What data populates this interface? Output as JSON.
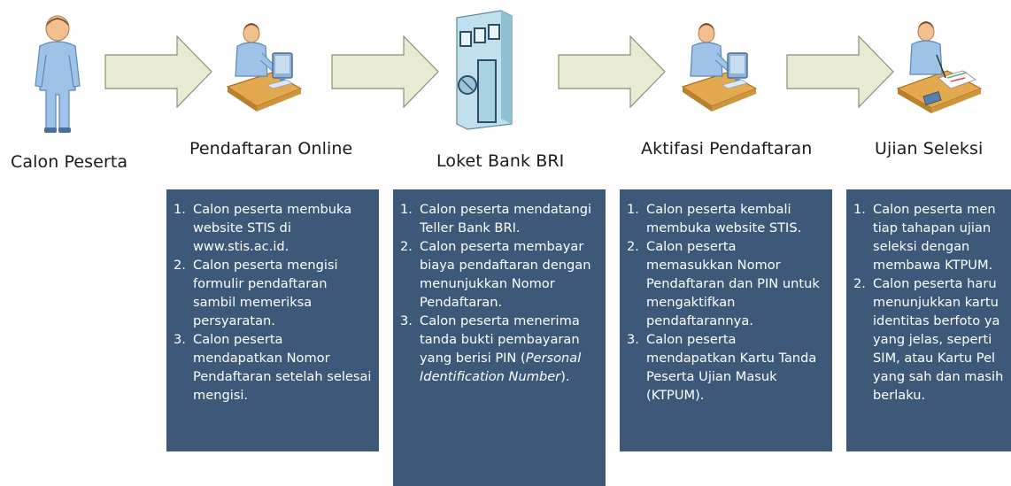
{
  "stages": [
    {
      "label": "Calon Peserta",
      "icon": "standing-person-icon",
      "steps": []
    },
    {
      "label": "Pendaftaran Online",
      "icon": "person-at-computer-icon",
      "steps": [
        "Calon peserta membuka website STIS di www.stis.ac.id.",
        "Calon peserta mengisi formulir pendaftaran sambil memeriksa persyaratan.",
        "Calon peserta mendapatkan Nomor Pendaftaran setelah selesai mengisi."
      ]
    },
    {
      "label": "Loket Bank BRI",
      "icon": "bank-building-icon",
      "steps": [
        "Calon peserta mendatangi Teller Bank BRI.",
        "Calon peserta membayar biaya pendaftaran dengan menunjukkan Nomor Pendaftaran.",
        "Calon peserta menerima tanda bukti pembayaran yang berisi PIN (",
        "Personal Identification Number",
        ")."
      ]
    },
    {
      "label": "Aktifasi Pendaftaran",
      "icon": "person-at-computer-icon",
      "steps": [
        "Calon peserta kembali membuka website STIS.",
        "Calon peserta memasukkan Nomor Pendaftaran dan PIN untuk mengaktifkan pendaftarannya.",
        "Calon peserta mendapatkan Kartu Tanda Peserta Ujian Masuk (KTPUM)."
      ]
    },
    {
      "label": "Ujian Seleksi",
      "icon": "person-writing-exam-icon",
      "steps": [
        "Calon peserta men tiap tahapan ujian seleksi dengan membawa KTPUM.",
        "Calon peserta haru menunjukkan kartu identitas berfoto ya yang jelas, seperti SIM, atau Kartu Pel yang sah dan masih berlaku."
      ]
    }
  ],
  "numbers": [
    "1.",
    "2.",
    "3."
  ]
}
